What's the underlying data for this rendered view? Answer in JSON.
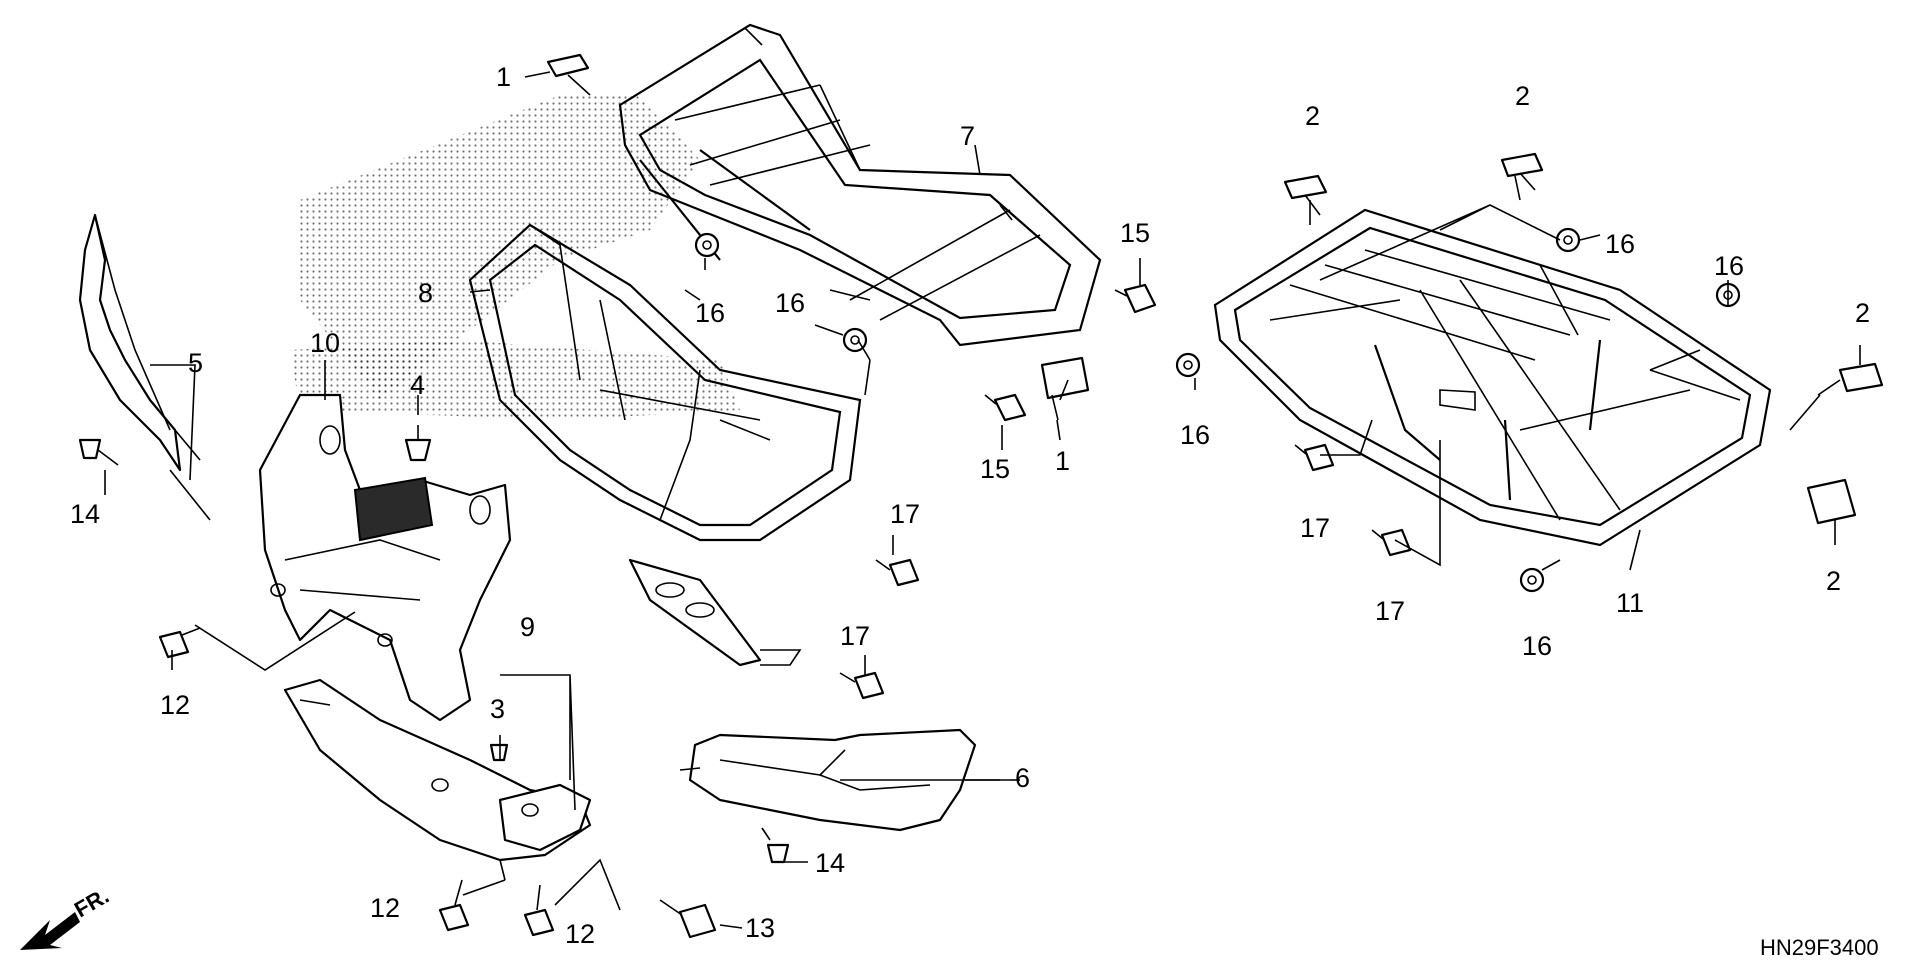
{
  "diagram_code": "HN29F3400",
  "direction_label": "FR.",
  "callouts": [
    {
      "id": "c1a",
      "text": "1"
    },
    {
      "id": "c1b",
      "text": "1"
    },
    {
      "id": "c2a",
      "text": "2"
    },
    {
      "id": "c2b",
      "text": "2"
    },
    {
      "id": "c2c",
      "text": "2"
    },
    {
      "id": "c2d",
      "text": "2"
    },
    {
      "id": "c3",
      "text": "3"
    },
    {
      "id": "c4",
      "text": "4"
    },
    {
      "id": "c5",
      "text": "5"
    },
    {
      "id": "c6",
      "text": "6"
    },
    {
      "id": "c7",
      "text": "7"
    },
    {
      "id": "c8",
      "text": "8"
    },
    {
      "id": "c9",
      "text": "9"
    },
    {
      "id": "c10",
      "text": "10"
    },
    {
      "id": "c11",
      "text": "11"
    },
    {
      "id": "c12a",
      "text": "12"
    },
    {
      "id": "c12b",
      "text": "12"
    },
    {
      "id": "c12c",
      "text": "12"
    },
    {
      "id": "c13",
      "text": "13"
    },
    {
      "id": "c14a",
      "text": "14"
    },
    {
      "id": "c14b",
      "text": "14"
    },
    {
      "id": "c15a",
      "text": "15"
    },
    {
      "id": "c15b",
      "text": "15"
    },
    {
      "id": "c16a",
      "text": "16"
    },
    {
      "id": "c16b",
      "text": "16"
    },
    {
      "id": "c16c",
      "text": "16"
    },
    {
      "id": "c16d",
      "text": "16"
    },
    {
      "id": "c16e",
      "text": "16"
    },
    {
      "id": "c16f",
      "text": "16"
    },
    {
      "id": "c17a",
      "text": "17"
    },
    {
      "id": "c17b",
      "text": "17"
    },
    {
      "id": "c17c",
      "text": "17"
    },
    {
      "id": "c17d",
      "text": "17"
    }
  ]
}
